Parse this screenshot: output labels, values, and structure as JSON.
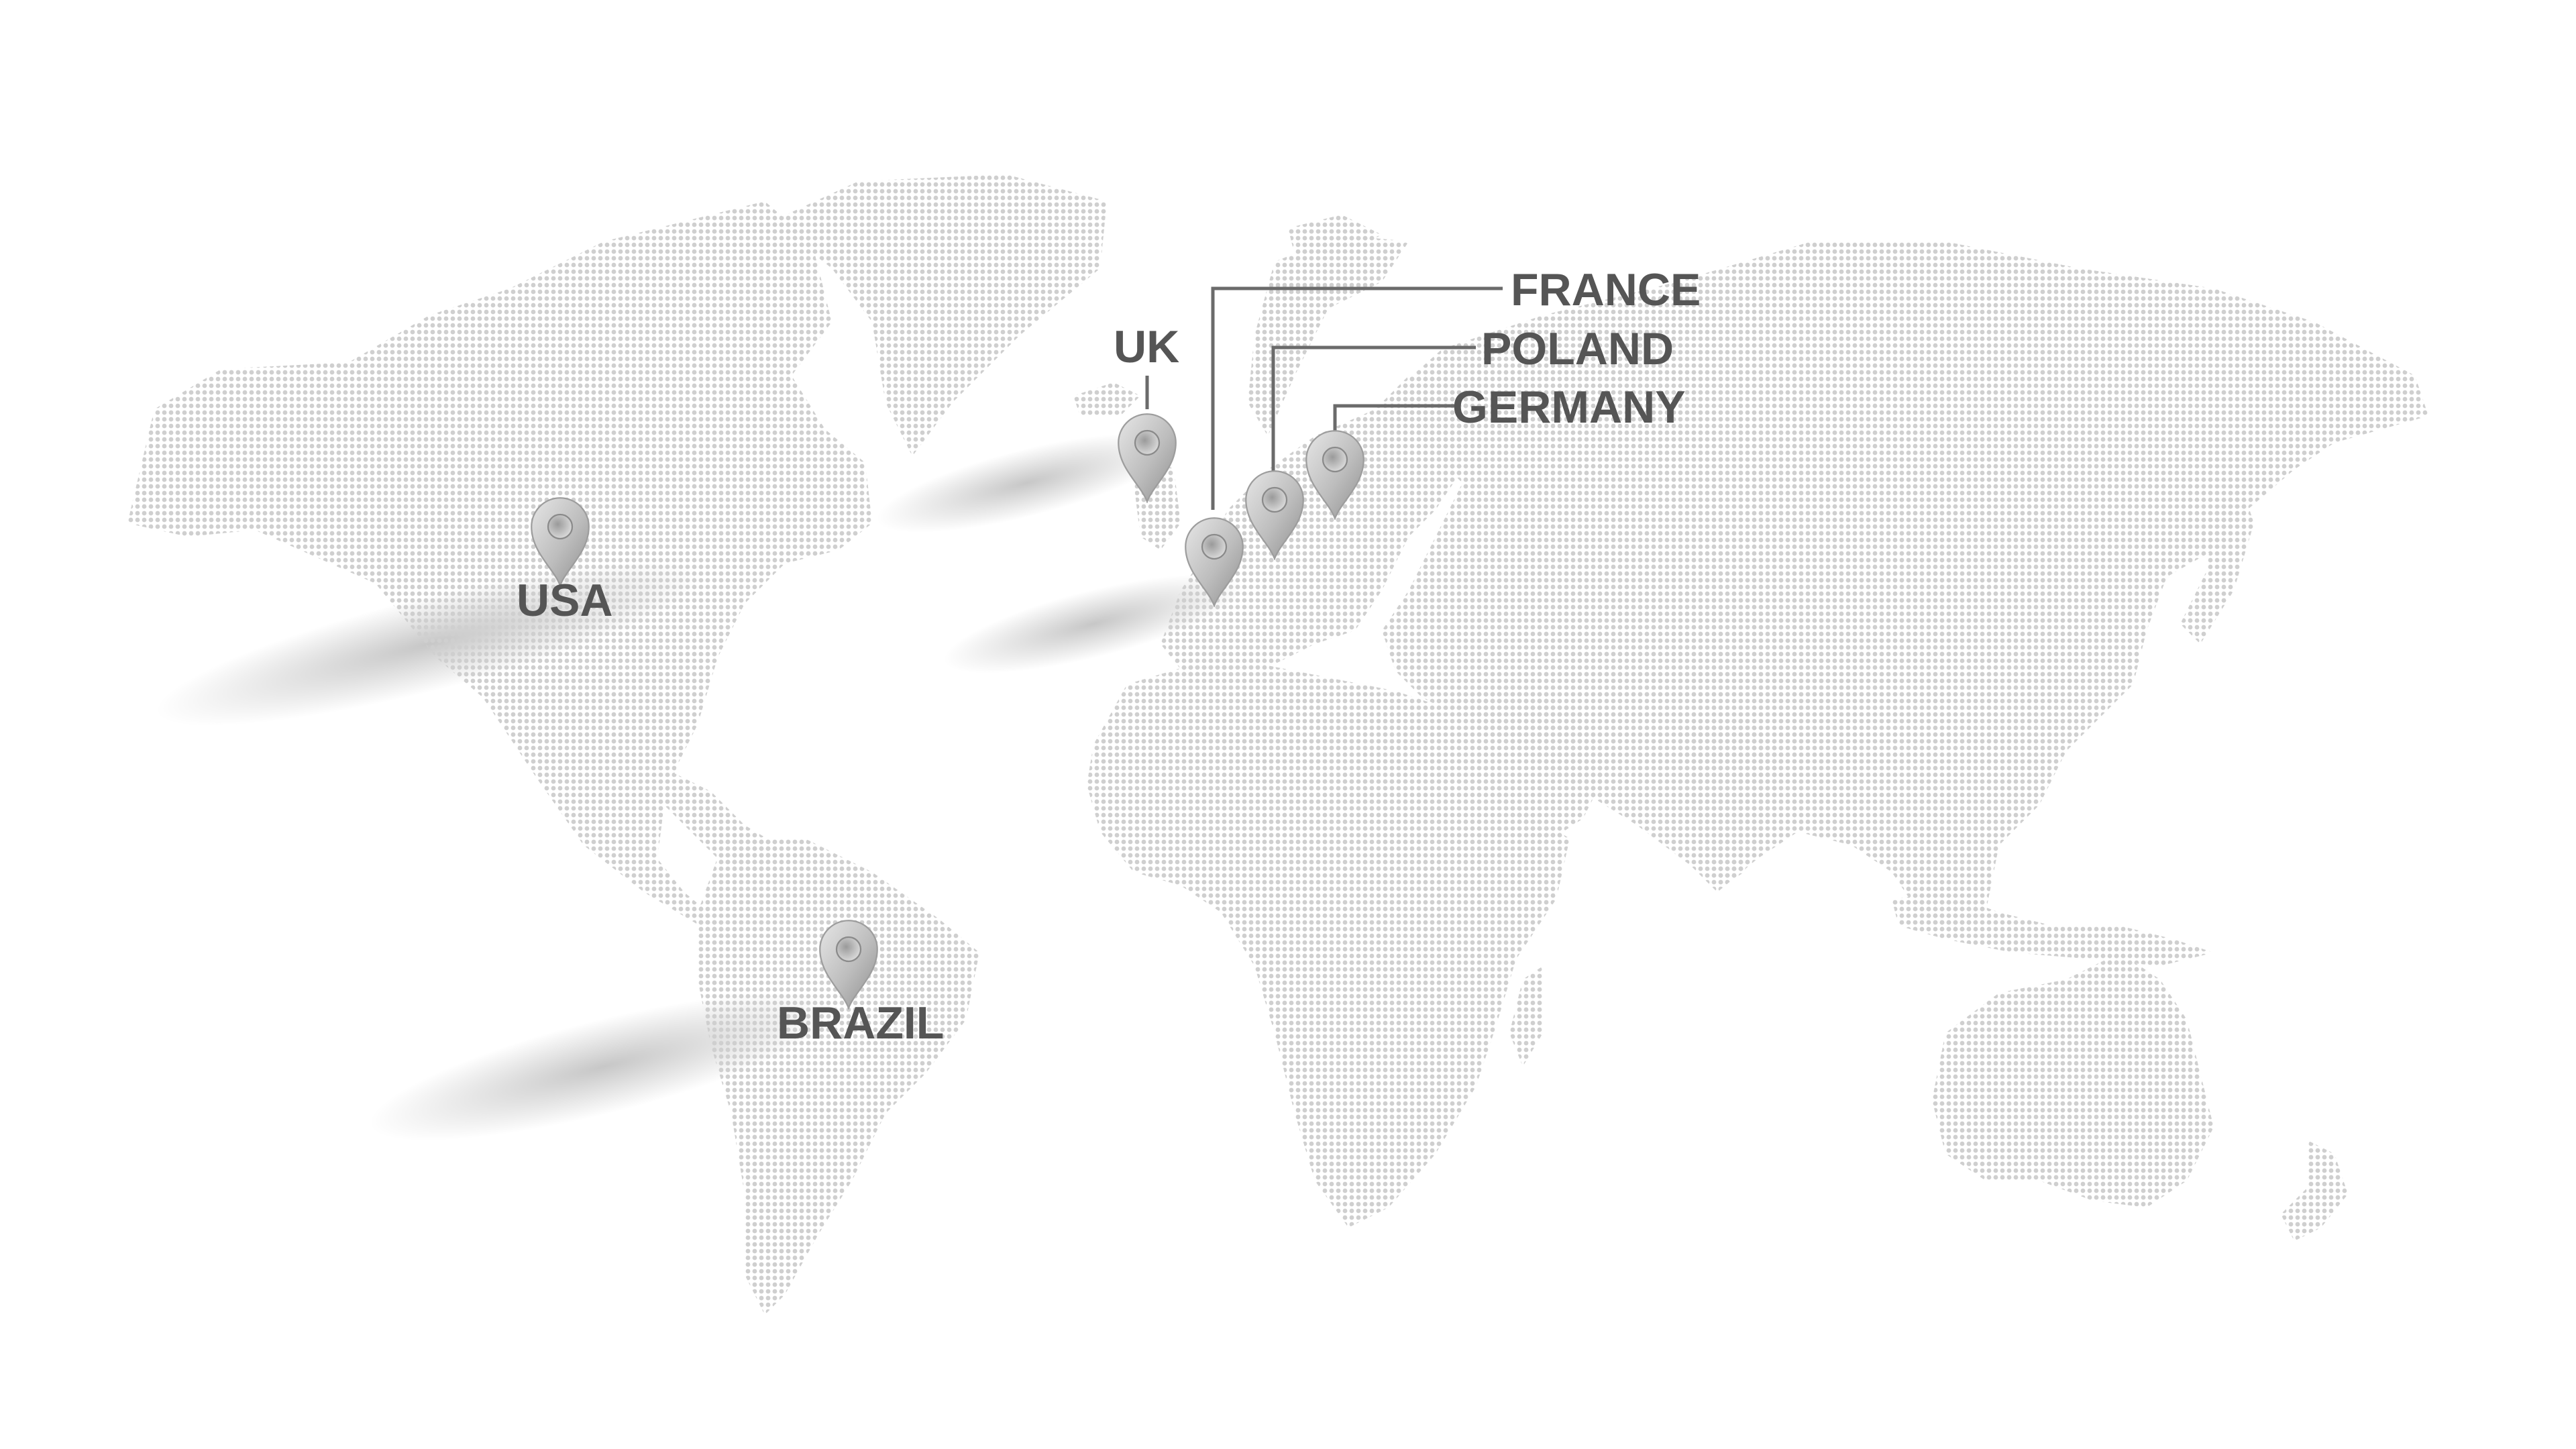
{
  "map": {
    "dot_color": "#cfcfcf",
    "label_color": "#555555",
    "pin_color": "#c4c4c4",
    "pin_icon": "map-marker-pin"
  },
  "markers": [
    {
      "id": "usa",
      "label": "USA"
    },
    {
      "id": "brazil",
      "label": "BRAZIL"
    },
    {
      "id": "uk",
      "label": "UK"
    },
    {
      "id": "france",
      "label": "FRANCE"
    },
    {
      "id": "poland",
      "label": "POLAND"
    },
    {
      "id": "germany",
      "label": "GERMANY"
    }
  ]
}
